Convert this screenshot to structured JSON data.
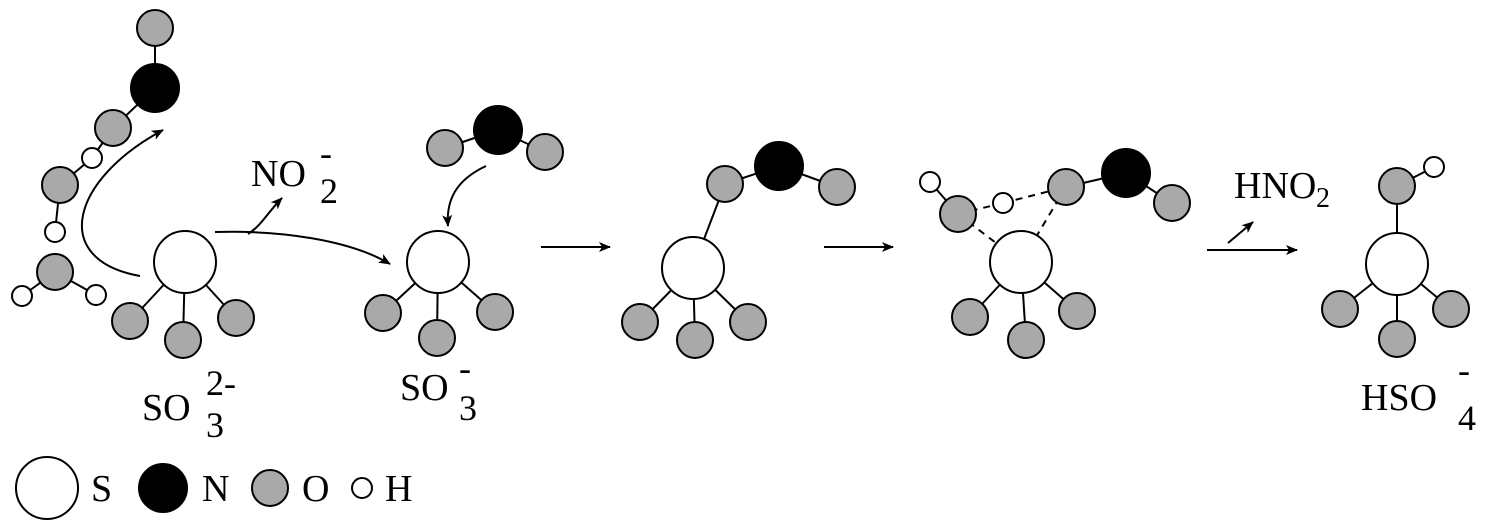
{
  "colors": {
    "sulfur": "#ffffff",
    "nitrogen": "#000000",
    "oxygen": "#a9a9a9",
    "hydrogen": "#ffffff",
    "stroke": "#000000"
  },
  "labels": {
    "so3_2minus": {
      "base": "SO",
      "sub": "3",
      "sup": "2-"
    },
    "no2_minus": {
      "base": "NO",
      "sub": "2",
      "sup": "-"
    },
    "so3_minus": {
      "base": "SO",
      "sub": "3",
      "sup": "-"
    },
    "hno2": {
      "base": "HNO",
      "sub": "2"
    },
    "hso4_minus": {
      "base": "HSO",
      "sub": "4",
      "sup": "-"
    }
  },
  "legend": {
    "sulfur_label": "S",
    "nitrogen_label": "N",
    "oxygen_label": "O",
    "hydrogen_label": "H"
  }
}
